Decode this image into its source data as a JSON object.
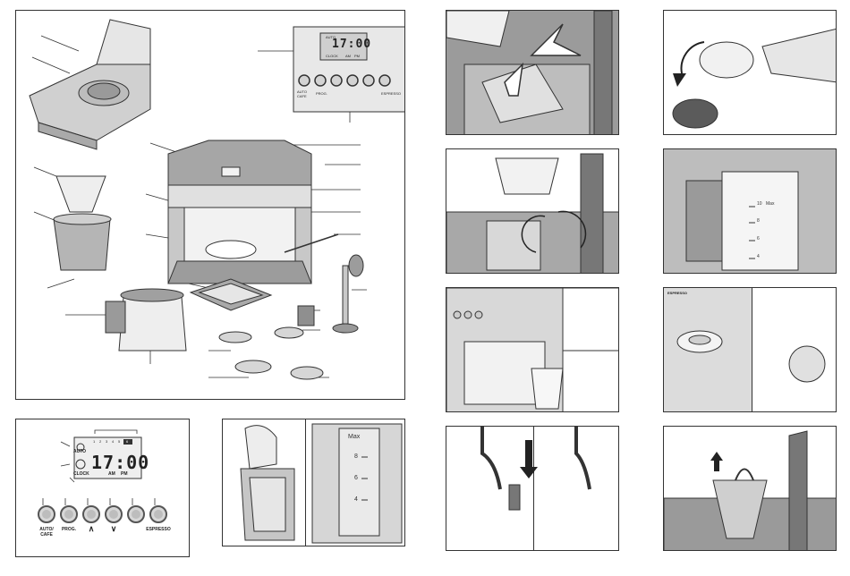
{
  "display": {
    "auto": "AUTO",
    "clock": "CLOCK",
    "time": "17:00",
    "am": "AM",
    "pm": "PM",
    "strength": [
      "1",
      "2",
      "3",
      "4",
      "5"
    ],
    "strength_box": "6"
  },
  "buttons": {
    "auto_cafe": "AUTO/\nCAFE",
    "prog": "PROG.",
    "up": "∧",
    "down": "∨",
    "espresso": "ESPRESSO"
  },
  "top_display": {
    "auto": "AUTO",
    "clock": "CLOCK",
    "time": "17:00",
    "am": "AM",
    "pm": "PM",
    "btn_auto": "AUTO\nCAFE",
    "btn_prog": "PROG.",
    "btn_espresso": "ESPRESSO"
  },
  "carafe_scale": [
    "Max",
    "8",
    "6",
    "4"
  ],
  "carafe_scale_large": [
    "10",
    "Max",
    "8",
    "6",
    "4"
  ],
  "espresso_label": "ESPRESSO",
  "colors": {
    "stroke": "#333333",
    "fill_mid": "#b9b9b9",
    "fill_dark": "#8c8c8c",
    "fill_light": "#dcdcdc"
  }
}
